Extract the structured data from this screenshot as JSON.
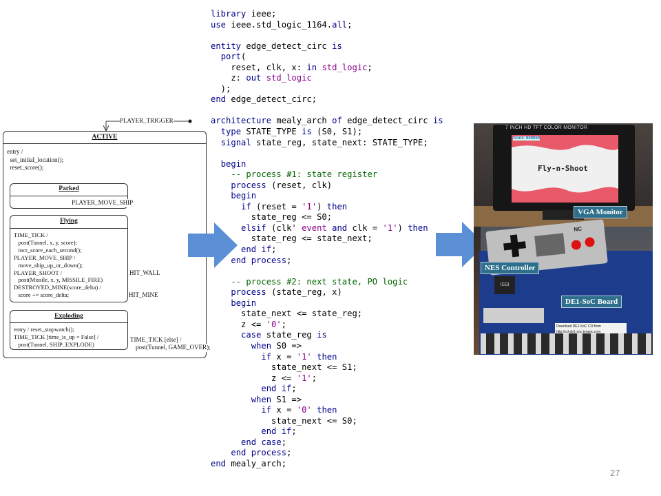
{
  "diagram": {
    "trigger_label": "PLAYER_TRIGGER",
    "active": {
      "title": "ACTIVE",
      "entry": "entry /\n  set_initial_location();\n  reset_score();"
    },
    "parked": {
      "title": "Parked"
    },
    "flying": {
      "title": "Flying",
      "body": "TIME_TICK /\n   post(Tunnel, x, y, score);\n   incr_score_each_second();\nPLAYER_MOVE_SHIP /\n   move_ship_up_or_down();\nPLAYER_SHOOT /\n   post(Missile, x, y, MISSILE_FIRE)\nDESTROYED_MINE(score_delta) /\n   score += score_delta;"
    },
    "exploding": {
      "title": "Exploding",
      "body": "entry / reset_stopwatch();\nTIME_TICK [time_is_up = False] /\n   post(Tunnel, SHIP_EXPLODE)"
    },
    "labels": {
      "move_ship": "PLAYER_MOVE_SHIP",
      "hit_wall": "HIT_WALL",
      "hit_mine": "HIT_MINE",
      "time_tick_else": "TIME_TICK [else] /",
      "game_over": "post(Tunnel, GAME_OVER);"
    }
  },
  "colors": {
    "arrow": "#5b8fd6",
    "keyword": "#00008b",
    "type": "#8b008b",
    "comment": "#006400",
    "tag_bg": "#2d6f8c"
  },
  "code_lines": [
    [
      [
        "kw",
        "library"
      ],
      [
        "t",
        " ieee;"
      ]
    ],
    [
      [
        "kw",
        "use"
      ],
      [
        "t",
        " ieee.std_logic_1164."
      ],
      [
        "kw",
        "all"
      ],
      [
        "t",
        ";"
      ]
    ],
    [],
    [
      [
        "kw",
        "entity"
      ],
      [
        "t",
        " edge_detect_circ "
      ],
      [
        "kw",
        "is"
      ]
    ],
    [
      [
        "t",
        "  "
      ],
      [
        "kw",
        "port"
      ],
      [
        "t",
        "("
      ]
    ],
    [
      [
        "t",
        "    reset, clk, x: "
      ],
      [
        "kw",
        "in"
      ],
      [
        "t",
        " "
      ],
      [
        "ty",
        "std_logic"
      ],
      [
        "t",
        ";"
      ]
    ],
    [
      [
        "t",
        "    z: "
      ],
      [
        "kw",
        "out"
      ],
      [
        "t",
        " "
      ],
      [
        "ty",
        "std_logic"
      ]
    ],
    [
      [
        "t",
        "  );"
      ]
    ],
    [
      [
        "kw",
        "end"
      ],
      [
        "t",
        " edge_detect_circ;"
      ]
    ],
    [],
    [
      [
        "kw",
        "architecture"
      ],
      [
        "t",
        " mealy_arch "
      ],
      [
        "kw",
        "of"
      ],
      [
        "t",
        " edge_detect_circ "
      ],
      [
        "kw",
        "is"
      ]
    ],
    [
      [
        "t",
        "  "
      ],
      [
        "kw",
        "type"
      ],
      [
        "t",
        " STATE_TYPE "
      ],
      [
        "kw",
        "is"
      ],
      [
        "t",
        " (S0, S1);"
      ]
    ],
    [
      [
        "t",
        "  "
      ],
      [
        "kw",
        "signal"
      ],
      [
        "t",
        " state_reg, state_next: STATE_TYPE;"
      ]
    ],
    [],
    [
      [
        "t",
        "  "
      ],
      [
        "kw",
        "begin"
      ]
    ],
    [
      [
        "t",
        "    "
      ],
      [
        "cm",
        "-- process #1: state register"
      ]
    ],
    [
      [
        "t",
        "    "
      ],
      [
        "kw",
        "process"
      ],
      [
        "t",
        " (reset, clk)"
      ]
    ],
    [
      [
        "t",
        "    "
      ],
      [
        "kw",
        "begin"
      ]
    ],
    [
      [
        "t",
        "      "
      ],
      [
        "kw",
        "if"
      ],
      [
        "t",
        " (reset = "
      ],
      [
        "st",
        "'1'"
      ],
      [
        "t",
        ") "
      ],
      [
        "kw",
        "then"
      ]
    ],
    [
      [
        "t",
        "        state_reg <= S0;"
      ]
    ],
    [
      [
        "t",
        "      "
      ],
      [
        "kw",
        "elsif"
      ],
      [
        "t",
        " (clk' "
      ],
      [
        "ty",
        "event"
      ],
      [
        "t",
        " "
      ],
      [
        "kw",
        "and"
      ],
      [
        "t",
        " clk = "
      ],
      [
        "st",
        "'1'"
      ],
      [
        "t",
        ") "
      ],
      [
        "kw",
        "then"
      ]
    ],
    [
      [
        "t",
        "        state_reg <= state_next;"
      ]
    ],
    [
      [
        "t",
        "      "
      ],
      [
        "kw",
        "end if"
      ],
      [
        "t",
        ";"
      ]
    ],
    [
      [
        "t",
        "    "
      ],
      [
        "kw",
        "end process"
      ],
      [
        "t",
        ";"
      ]
    ],
    [],
    [
      [
        "t",
        "    "
      ],
      [
        "cm",
        "-- process #2: next state, PO logic"
      ]
    ],
    [
      [
        "t",
        "    "
      ],
      [
        "kw",
        "process"
      ],
      [
        "t",
        " (state_reg, x)"
      ]
    ],
    [
      [
        "t",
        "    "
      ],
      [
        "kw",
        "begin"
      ]
    ],
    [
      [
        "t",
        "      state_next <= state_reg;"
      ]
    ],
    [
      [
        "t",
        "      z <= "
      ],
      [
        "st",
        "'0'"
      ],
      [
        "t",
        ";"
      ]
    ],
    [
      [
        "t",
        "      "
      ],
      [
        "kw",
        "case"
      ],
      [
        "t",
        " state_reg "
      ],
      [
        "kw",
        "is"
      ]
    ],
    [
      [
        "t",
        "        "
      ],
      [
        "kw",
        "when"
      ],
      [
        "t",
        " S0 =>"
      ]
    ],
    [
      [
        "t",
        "          "
      ],
      [
        "kw",
        "if"
      ],
      [
        "t",
        " x = "
      ],
      [
        "st",
        "'1'"
      ],
      [
        "t",
        " "
      ],
      [
        "kw",
        "then"
      ]
    ],
    [
      [
        "t",
        "            state_next <= S1;"
      ]
    ],
    [
      [
        "t",
        "            z <= "
      ],
      [
        "st",
        "'1'"
      ],
      [
        "t",
        ";"
      ]
    ],
    [
      [
        "t",
        "          "
      ],
      [
        "kw",
        "end if"
      ],
      [
        "t",
        ";"
      ]
    ],
    [
      [
        "t",
        "        "
      ],
      [
        "kw",
        "when"
      ],
      [
        "t",
        " S1 =>"
      ]
    ],
    [
      [
        "t",
        "          "
      ],
      [
        "kw",
        "if"
      ],
      [
        "t",
        " x = "
      ],
      [
        "st",
        "'0'"
      ],
      [
        "t",
        " "
      ],
      [
        "kw",
        "then"
      ]
    ],
    [
      [
        "t",
        "            state_next <= S0;"
      ]
    ],
    [
      [
        "t",
        "          "
      ],
      [
        "kw",
        "end if"
      ],
      [
        "t",
        ";"
      ]
    ],
    [
      [
        "t",
        "      "
      ],
      [
        "kw",
        "end case"
      ],
      [
        "t",
        ";"
      ]
    ],
    [
      [
        "t",
        "    "
      ],
      [
        "kw",
        "end process"
      ],
      [
        "t",
        ";"
      ]
    ],
    [
      [
        "kw",
        "end"
      ],
      [
        "t",
        " mealy_arch;"
      ]
    ]
  ],
  "photo": {
    "monitor_header": "7 INCH HD TFT COLOR MONITOR",
    "score_text": "Score: 888888",
    "game_title": "Fly-n-Shoot",
    "tags": {
      "vga": "VGA Monitor",
      "nes": "NES Controller",
      "board": "DE1-SoC Board"
    },
    "controller_badge": "NC",
    "board_text_1": "Download DE1-SoC CD from",
    "board_text_2": "http://cd-de1-soc.terasic.com",
    "chip_label": "ISSI"
  },
  "page_number": "27"
}
